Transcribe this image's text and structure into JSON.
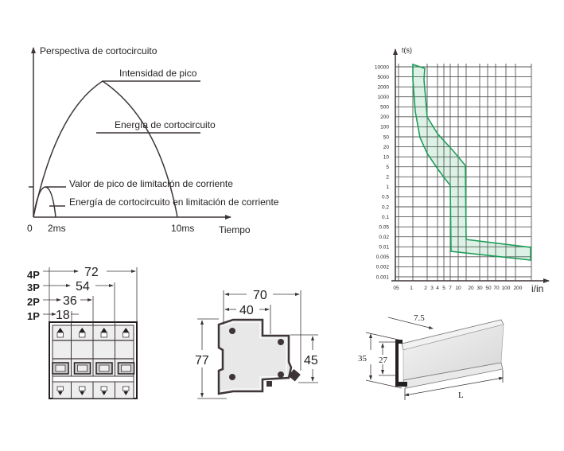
{
  "short_circuit": {
    "title": "Perspectiva de cortocircuito",
    "peak_label": "Intensidad de pico",
    "energy_label": "Energía de cortocircuito",
    "limited_peak_label": "Valor de pico de limitación de corriente",
    "limited_energy_label": "Energía de cortocircuito en limitación de corriente",
    "x_zero": "0",
    "x_2ms": "2ms",
    "x_10ms": "10ms",
    "x_axis_label": "Tiempo"
  },
  "trip_curve": {
    "y_axis_label": "t(s)",
    "x_axis_label": "i/in",
    "y_ticks": [
      "10000",
      "5000",
      "2000",
      "1000",
      "500",
      "200",
      "100",
      "50",
      "20",
      "10",
      "5",
      "2",
      "1",
      "0.5",
      "0.2",
      "0.1",
      "0.05",
      "0.02",
      "0.01",
      "0.005",
      "0.002",
      "0.001"
    ],
    "x_ticks": [
      "05",
      "1",
      "2",
      "3",
      "4",
      "5",
      "7",
      "10",
      "20",
      "30",
      "50",
      "70",
      "100",
      "200"
    ],
    "band_color": "#1e9e5a"
  },
  "front_view": {
    "rows": [
      {
        "poles": "4P",
        "width": "72"
      },
      {
        "poles": "3P",
        "width": "54"
      },
      {
        "poles": "2P",
        "width": "36"
      },
      {
        "poles": "1P",
        "width": "18"
      }
    ]
  },
  "side_view": {
    "depth_total": "70",
    "depth_front": "40",
    "height": "77",
    "front_height": "45"
  },
  "din_rail": {
    "flange": "7.5",
    "height_outer": "35",
    "height_inner": "27",
    "length": "L"
  }
}
